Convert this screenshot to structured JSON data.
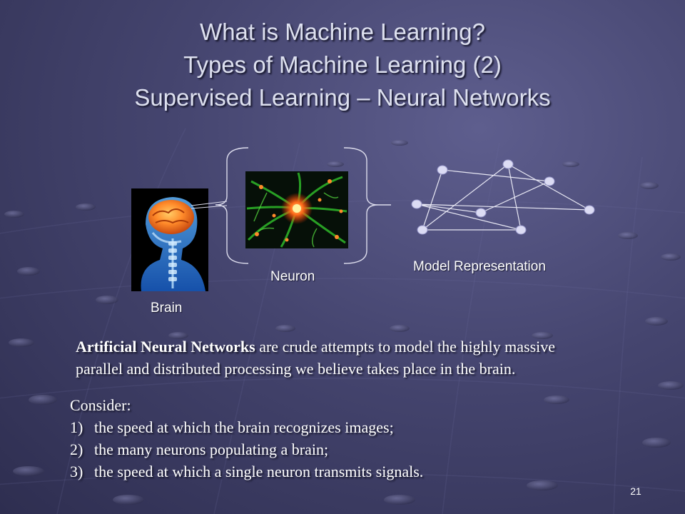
{
  "title": {
    "line1": "What is Machine Learning?",
    "line2": "Types of Machine Learning (2)",
    "line3": "Supervised Learning – Neural Networks"
  },
  "diagram": {
    "brain_caption": "Brain",
    "neuron_caption": "Neuron",
    "model_caption": "Model Representation"
  },
  "body": {
    "ann_bold": "Artificial Neural Networks",
    "ann_rest_line1": " are crude attempts to model the highly massive",
    "ann_line2": "parallel and distributed processing we believe takes place in the brain.",
    "consider": "Consider:",
    "items": [
      {
        "num": "1)",
        "text": "the speed at which the brain recognizes images;"
      },
      {
        "num": "2)",
        "text": "the many neurons populating a brain;"
      },
      {
        "num": "3)",
        "text": "the speed at which a single neuron transmits signals."
      }
    ]
  },
  "page_number": "21",
  "colors": {
    "background": "#45456f",
    "title_text": "#dde0ef",
    "node_fill": "#dcdcf4"
  }
}
